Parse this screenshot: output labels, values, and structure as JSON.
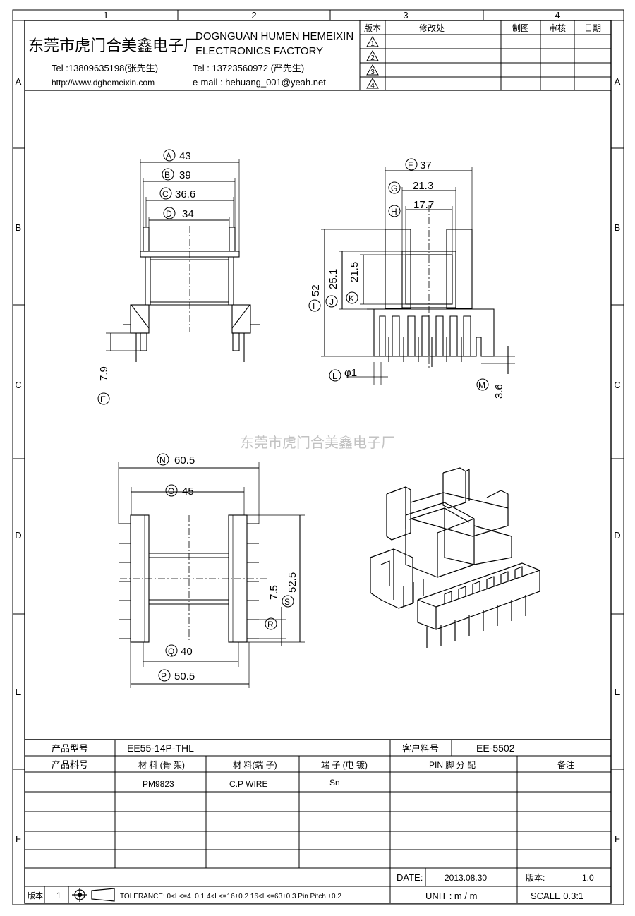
{
  "frame": {
    "col_labels": [
      "1",
      "2",
      "3",
      "4"
    ],
    "row_labels": [
      "A",
      "B",
      "C",
      "D",
      "E",
      "F"
    ]
  },
  "header": {
    "company_cn": "东莞市虎门合美鑫电子厂",
    "company_en_line1": "DOGNGUAN HUMEN HEMEIXIN",
    "company_en_line2": "ELECTRONICS FACTORY",
    "tel1": "Tel :13809635198(张先生)",
    "website": "http://www.dghemeixin.com",
    "tel2": "Tel : 13723560972 (严先生)",
    "email": "e-mail : hehuang_001@yeah.net"
  },
  "revision_table": {
    "headers": [
      "版本",
      "修改处",
      "制图",
      "审核",
      "日期"
    ],
    "revisions": [
      "1",
      "2",
      "3",
      "4"
    ]
  },
  "dimensions": {
    "A": "43",
    "B": "39",
    "C": "36.6",
    "D": "34",
    "E": "7.9",
    "F": "37",
    "G": "21.3",
    "H": "17.7",
    "I": "52",
    "J": "25.1",
    "K": "21.5",
    "L": "φ1",
    "M": "3.6",
    "N": "60.5",
    "O": "45",
    "P": "50.5",
    "Q": "40",
    "R": "7.5",
    "S": "52.5"
  },
  "watermark": "东莞市虎门合美鑫电子厂",
  "info_table": {
    "product_model_label": "产品型号",
    "product_model": "EE55-14P-THL",
    "customer_part_label": "客户料号",
    "customer_part": "EE-5502",
    "product_no_label": "产品料号",
    "col_material_bobbin": "材 料 (骨 架)",
    "col_material_terminal": "材 料(端 子)",
    "col_terminal_plating": "端 子 (电 镀)",
    "col_pin": "PIN 脚 分 配",
    "col_remark": "备注",
    "material_bobbin": "PM9823",
    "material_terminal": "C.P WIRE",
    "terminal_plating": "Sn",
    "date_label": "DATE:",
    "date": "2013.08.30",
    "version_label": "版本:",
    "version_value": "1.0",
    "unit": "UNIT : m / m",
    "scale": "SCALE  0.3:1",
    "version_short_label": "版本",
    "version_short_value": "1",
    "tolerance": "TOLERANCE:  0<L<=4±0.1  4<L<=16±0.2  16<L<=63±0.3  Pin Pitch  ±0.2"
  }
}
